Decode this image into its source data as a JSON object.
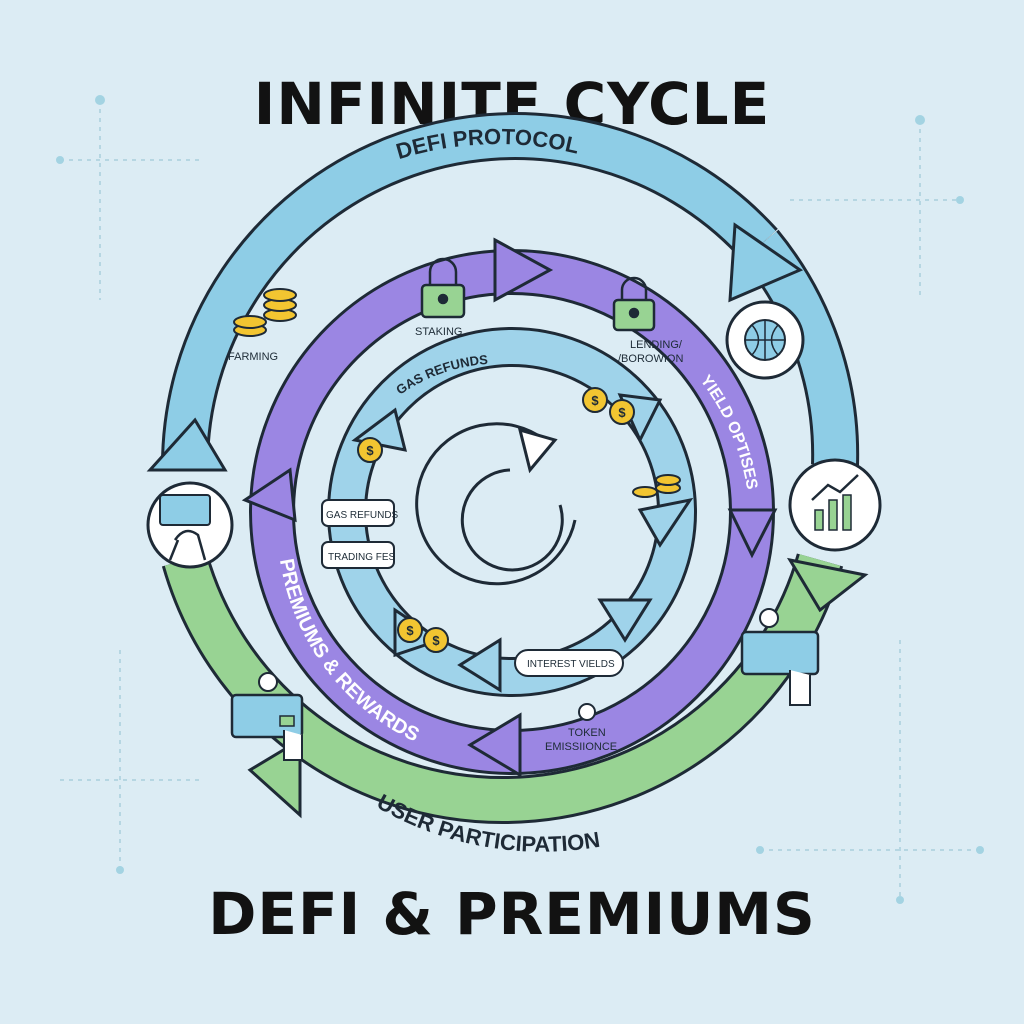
{
  "title_top": "INFINITE CYCLE",
  "title_bottom": "DEFI & PREMIUMS",
  "rings": {
    "outer_top": "DEFI PROTOCOL",
    "outer_bottom": "USER PARTICIPATION",
    "middle_left": "PREMIUMS & REWARDS",
    "middle_right": "YIELD OPTISES",
    "inner_top": "GAS REFUNDS"
  },
  "labels": {
    "farming": "FARMING",
    "staking": "STAKING",
    "lending": "LENDING/",
    "borrowing": "/BOROWION",
    "gas_refunds_bubble": "GAS REFUNDS",
    "trading_fees_bubble": "TRADING FES",
    "interest_yields": "INTEREST VIELDS",
    "token": "TOKEN",
    "emission": "EMISSIIONCE"
  },
  "colors": {
    "background": "#dcecf4",
    "outer_blue": "#8ecde6",
    "middle_purple": "#9b86e3",
    "inner_blue": "#9fd3ea",
    "green": "#98d393",
    "outline": "#1e2a36",
    "coin": "#f2c531"
  },
  "icons": [
    "coins-stack-icon",
    "lock-icon",
    "globe-icon",
    "bar-chart-icon",
    "card-hand-icon",
    "payment-card-icon",
    "card-settings-icon",
    "cycle-icon",
    "dollar-coin-icon"
  ]
}
